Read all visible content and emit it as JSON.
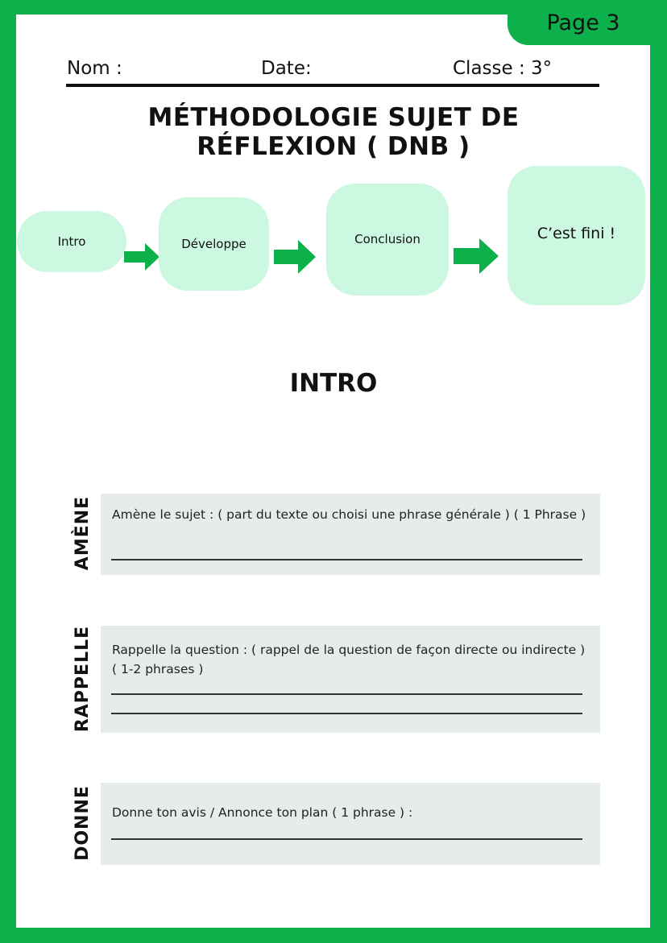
{
  "page_label": "Page 3",
  "header": {
    "nom_label": "Nom :",
    "date_label": "Date:",
    "classe_label": "Classe : 3°"
  },
  "title_line1": "MÉTHODOLOGIE SUJET DE",
  "title_line2": "RÉFLEXION ( DNB )",
  "flow": {
    "steps": [
      "Intro",
      "Développe",
      "Conclusion",
      "C’est fini !"
    ],
    "box_color": "#ccf8e2",
    "arrow_color": "#0db14b"
  },
  "section_title": "INTRO",
  "rows": [
    {
      "label": "AMÈNE",
      "text": "Amène le sujet : ( part du texte ou choisi une phrase générale ) ( 1 Phrase )"
    },
    {
      "label": "RAPPELLE",
      "text": "Rappelle la question : ( rappel de la question de façon directe ou indirecte ) ( 1-2 phrases )"
    },
    {
      "label": "DONNE",
      "text": "Donne ton avis / Annonce ton plan ( 1 phrase ) :"
    }
  ],
  "colors": {
    "border_green": "#0db14b",
    "row_background": "#e6ecea"
  }
}
